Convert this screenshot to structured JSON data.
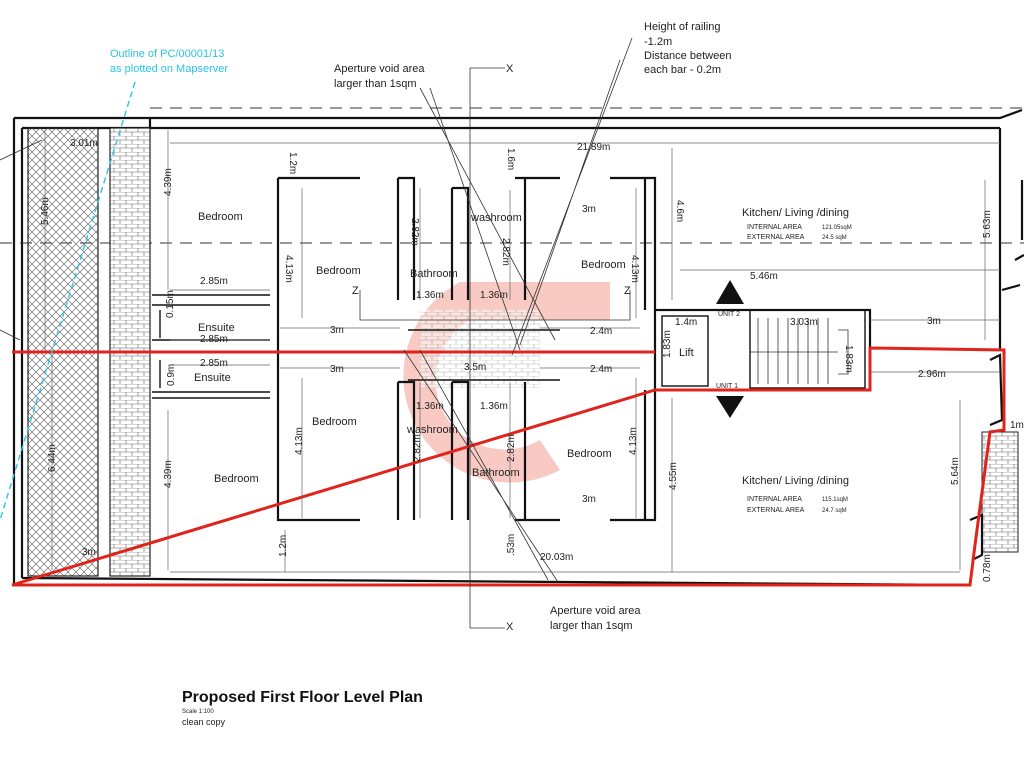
{
  "rooms": {
    "bedroom_tl": "Bedroom",
    "bedroom_tc": "Bedroom",
    "bathroom_t": "Bathroom",
    "washroom_t": "washroom",
    "bedroom_tr": "Bedroom",
    "ensuite_t": "Ensuite",
    "ensuite_b": "Ensuite",
    "bedroom_bc": "Bedroom",
    "washroom_b": "washroom",
    "bathroom_b": "Bathroom",
    "bedroom_br": "Bedroom",
    "bedroom_bl": "Bedroom",
    "lift": "Lift",
    "kitchen_t": "Kitchen/ Living /dining",
    "kitchen_b": "Kitchen/ Living /dining"
  },
  "areas": {
    "top_internal_label": "INTERNAL AREA",
    "top_internal_value": "121.05sqM",
    "top_external_label": "EXTERNAL AREA",
    "top_external_value": "24.5 sqM",
    "bottom_internal_label": "INTERNAL AREA",
    "bottom_internal_value": "115.1sqM",
    "bottom_external_label": "EXTERNAL AREA",
    "bottom_external_value": "24.7 sqM"
  },
  "units": {
    "unit2": "UNIT 2",
    "unit1": "UNIT 1"
  },
  "sections": {
    "x_top": "X",
    "x_bottom": "X",
    "z_left": "Z",
    "z_right": "Z"
  },
  "dims": {
    "d_301": "3.01m",
    "d_2189": "21.89m",
    "d_12_top": "1.2m",
    "d_16": "1.6m",
    "d_439_top": "4.39m",
    "d_546": "5.46m",
    "d_413_a": "4.13m",
    "d_282_a": "2.82m",
    "d_282_b": "2.82m",
    "d_3_a": "3m",
    "d_46": "4.6m",
    "d_413_b": "4.13m",
    "d_563": "5.63m",
    "d_285_a": "2.85m",
    "d_136_a": "1.36m",
    "d_136_b": "1.36m",
    "d_546b": "5.46m",
    "d_015": "0.15m",
    "d_285_b": "2.85m",
    "d_3_b": "3m",
    "d_24_a": "2.4m",
    "d_14": "1.4m",
    "d_303": "3.03m",
    "d_3_c": "3m",
    "d_183_a": "1.83m",
    "d_183_b": "1.83m",
    "d_285_c": "2.85m",
    "d_3_d": "3m",
    "d_35": "3.5m",
    "d_24_b": "2.4m",
    "d_296": "2.96m",
    "d_09": "0.9m",
    "d_136_c": "1.36m",
    "d_136_d": "1.36m",
    "d_644": "6.44m",
    "d_413_c": "4.13m",
    "d_282_c": "2.82m",
    "d_282_d": "2.82m",
    "d_413_d": "4.13m",
    "d_455": "4.55m",
    "d_564": "5.64m",
    "d_1m": "1m",
    "d_439_b": "4.39m",
    "d_3_e": "3m",
    "d_12_b": "1.2m",
    "d_53": ".53m",
    "d_2003": "20.03m",
    "d_078": "0.78m",
    "d_3_f": "3m"
  },
  "notes": {
    "outline_1": "Outline of PC/00001/13",
    "outline_2": "as plotted on Mapserver",
    "aperture_top_1": "Aperture void area",
    "aperture_top_2": "larger than 1sqm",
    "railing_1": "Height of railing",
    "railing_2": "-1.2m",
    "railing_3": "Distance between",
    "railing_4": "each bar - 0.2m",
    "aperture_bot_1": "Aperture void area",
    "aperture_bot_2": "larger than 1sqm"
  },
  "title": "Proposed First Floor Level Plan",
  "scale": "Scale 1:100",
  "subtitle": "clean copy",
  "colors": {
    "boundary": "#e0241b",
    "outline": "#2bc4e6",
    "watermark": "#f08a7a"
  }
}
